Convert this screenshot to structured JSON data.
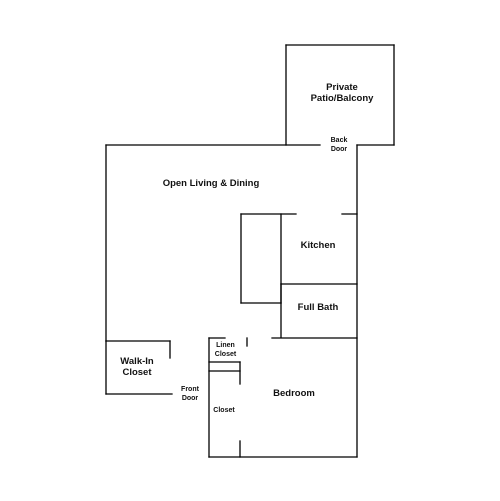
{
  "floor_plan": {
    "rooms": {
      "patio": "Private\nPatio/Balcony",
      "back_door": "Back\nDoor",
      "living": "Open Living & Dining",
      "kitchen": "Kitchen",
      "full_bath": "Full Bath",
      "linen": "Linen\nCloset",
      "walk_in": "Walk-In\nCloset",
      "front_door": "Front\nDoor",
      "closet": "Closet",
      "bedroom": "Bedroom"
    },
    "line_color": "#000000"
  }
}
